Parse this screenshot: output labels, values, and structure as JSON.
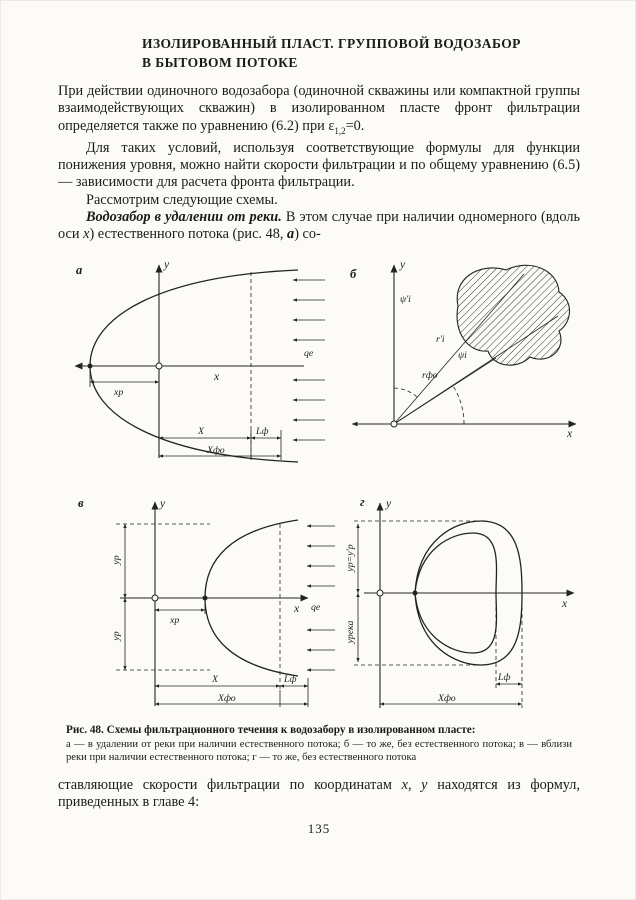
{
  "page": {
    "heading": {
      "line1": "ИЗОЛИРОВАННЫЙ ПЛАСТ. ГРУППОВОЙ ВОДОЗАБОР",
      "line2": "В БЫТОВОМ ПОТОКЕ"
    },
    "intro": {
      "p1_before": "При действии одиночного водозабора (одиночной скважины или компактной группы взаимодействующих скважин) в изолированном пласте фронт фильтрации определяется также по уравнению (6.2) при ε",
      "p1_sub": "1,2",
      "p1_after": "=0.",
      "p2": "Для таких условий, используя соответствующие формулы для функции понижения уровня, можно найти скорости фильтрации и по общему уравнению (6.5) — зависимости для расчета фронта фильтрации.",
      "p3": "Рассмотрим следующие схемы.",
      "p4_lead": "Водозабор в удалении от реки.",
      "p4_a": " В этом случае при наличии одномерного (вдоль оси ",
      "p4_var1": "x",
      "p4_b": ") естественного потока (рис. 48, ",
      "p4_var2": "а",
      "p4_c": ") со-"
    },
    "figure": {
      "panel_a": {
        "tag": "а",
        "y_label": "y",
        "x_label": "x",
        "q_label": "qе",
        "dim_xr": "xр",
        "dim_x": "X",
        "dim_lf": "Lф",
        "dim_xfo": "Xфо"
      },
      "panel_b": {
        "tag": "б",
        "y_label": "y",
        "x_label": "x",
        "psi1": "ψ'i",
        "r1": "r'i",
        "rfo": "rфо",
        "psi2": "ψi"
      },
      "panel_v": {
        "tag": "в",
        "y_label": "y",
        "x_label": "x",
        "q_label": "qе",
        "dim_yr_top": "yр",
        "dim_yr_bot": "yр",
        "dim_xr": "xр",
        "dim_x": "X",
        "dim_lf": "Lф",
        "dim_xfo": "Xфо"
      },
      "panel_g": {
        "tag": "г",
        "y_label": "y",
        "x_label": "x",
        "dim_yr": "yр=y'р",
        "dim_yreka": "yрека",
        "dim_lf": "Lф",
        "dim_xfo": "Xфо"
      }
    },
    "caption": {
      "title": "Рис. 48. Схемы фильтрационного течения к водозабору в изолированном пласте:",
      "body": "а — в удалении от реки при наличии естественного потока; б — то же, без естественного потока; в — вблизи реки при наличии естественного потока; г — то же, без естественного потока"
    },
    "closing": {
      "a": "ставляющие скорости фильтрации по координатам ",
      "vars": "x, у",
      "b": " находятся из формул, приведенных в главе 4:"
    },
    "number": "135"
  }
}
